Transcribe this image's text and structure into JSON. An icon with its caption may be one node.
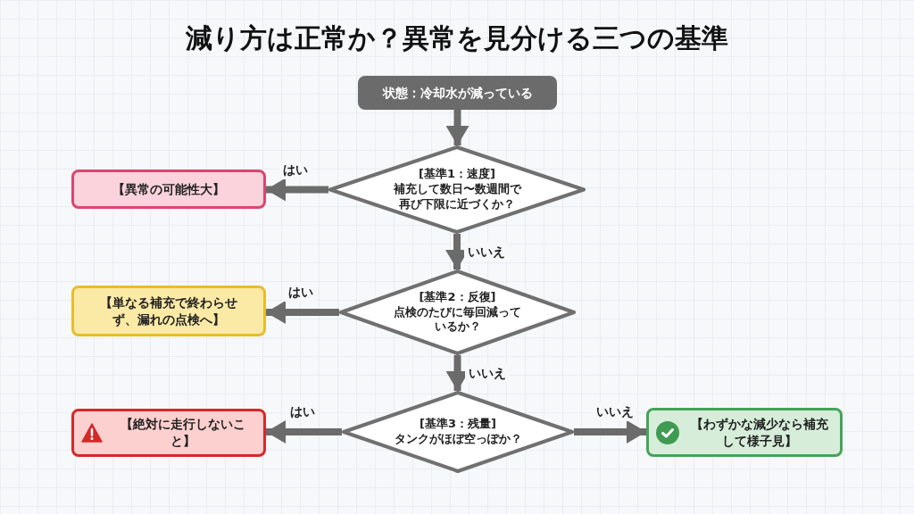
{
  "diagram": {
    "title": "減り方は正常か？異常を見分ける三つの基準",
    "nodes": [
      {
        "text": [
          "状態：冷却水が減っている"
        ]
      },
      {
        "text": [
          "[基準1：速度]",
          "補充して数日〜数週間で再び下限に近づくか？"
        ]
      },
      {
        "text": [
          "【異常の可能性大】"
        ]
      },
      {
        "text": [
          "[基準2：反復]",
          "点検のたびに毎回減っているか？"
        ]
      },
      {
        "text": [
          "【単なる補充で終わらせず、漏れの点検へ】"
        ]
      },
      {
        "text": [
          "[基準3：残量]",
          "タンクがほぼ空っぽか？"
        ]
      },
      {
        "text": [
          "【絶対に走行しないこと】"
        ]
      },
      {
        "text": [
          "【わずかな減少なら補充して様子見】"
        ]
      }
    ],
    "edges": [
      {
        "from": 0,
        "to": 1,
        "arrow": "to"
      },
      {
        "from": 1,
        "to": 2,
        "arrow": "to",
        "label": "はい"
      },
      {
        "from": 1,
        "to": 3,
        "arrow": "to",
        "label": "いいえ"
      },
      {
        "from": 3,
        "to": 4,
        "arrow": "to",
        "label": "はい"
      },
      {
        "from": 3,
        "to": 5,
        "arrow": "to",
        "label": "いいえ"
      },
      {
        "from": 5,
        "to": 6,
        "arrow": "to",
        "label": "はい"
      },
      {
        "from": 5,
        "to": 7,
        "arrow": "to",
        "label": "いいえ"
      }
    ]
  }
}
